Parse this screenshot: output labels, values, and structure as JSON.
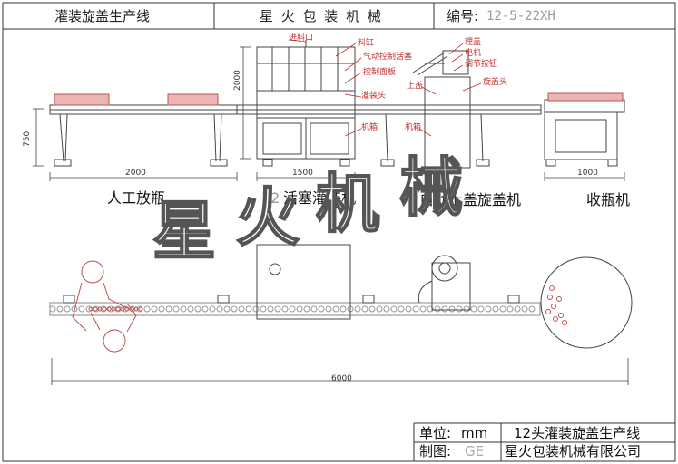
{
  "title_block": {
    "line_name": "灌装旋盖生产线",
    "company_short": "星 火 包 装 机 械",
    "drawing_no_label": "编号:",
    "drawing_no": "12-5-22XH"
  },
  "callouts": {
    "feed_port": "进料口",
    "tank": "料缸",
    "pneumatic_piston": "气动控制活塞",
    "control_panel": "控制面板",
    "filling_head": "灌装头",
    "cabinet_filler": "机箱",
    "cap_sorter": "理盖",
    "motor": "电机",
    "adjust_knob": "调节按钮",
    "cap_loading": "上盖",
    "capping_head": "旋盖头",
    "cabinet_capper": "机箱"
  },
  "dimensions": {
    "filler_height": "2000",
    "conveyor_height": "750",
    "manual_section": "2000",
    "filler_section": "1500",
    "collect_section": "1000",
    "total_length": "6000"
  },
  "sections": {
    "manual": "人工放瓶",
    "filler_prefix": "12",
    "filler": "活塞灌装机",
    "capper": "自动上盖旋盖机",
    "collector": "收瓶机"
  },
  "watermark": [
    "星",
    "火",
    "机",
    "械"
  ],
  "footer": {
    "unit_label": "单位:",
    "unit_value": "mm",
    "product": "12头灌装旋盖生产线",
    "drafter_label": "制图:",
    "drafter_value": "GE",
    "company": "星火包装机械有限公司"
  },
  "colors": {
    "line": "#333333",
    "callout": "#c03030",
    "chain": "#888888",
    "hatch": "#c05050"
  }
}
